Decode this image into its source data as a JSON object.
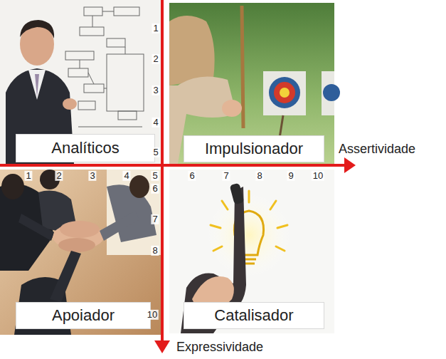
{
  "diagram": {
    "nodes": [
      {
        "text": [
          "Analíticos"
        ]
      },
      {
        "text": [
          "Impulsionador"
        ]
      },
      {
        "text": [
          "Apoiador"
        ]
      },
      {
        "text": [
          "Catalisador"
        ]
      }
    ],
    "labels": [
      "1",
      "2",
      "3",
      "4",
      "5",
      "Assertividade",
      "1",
      "2",
      "3",
      "4",
      "5",
      "6",
      "7",
      "8",
      "9",
      "10",
      "6",
      "7",
      "8",
      "10",
      "Expressividade"
    ]
  }
}
